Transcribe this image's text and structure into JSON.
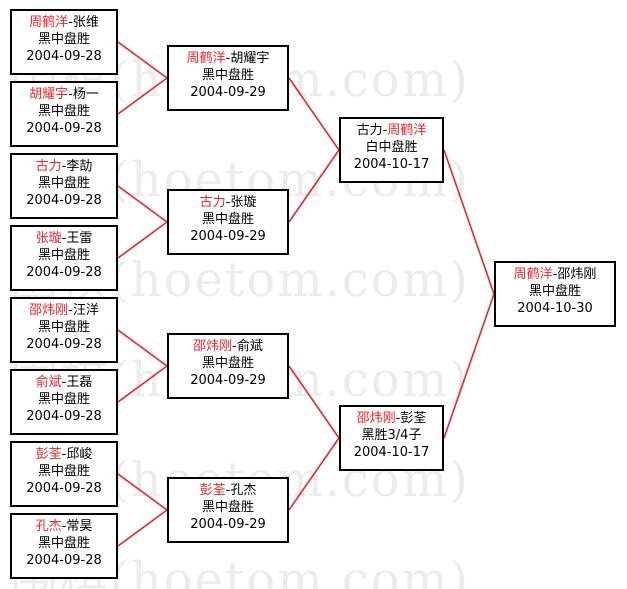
{
  "watermark_text": "围棋(hoetom.com)",
  "colors": {
    "winner": "#e8262a",
    "line": "#e8262a",
    "border": "#000000"
  },
  "round1": [
    {
      "winner": "周鹤洋",
      "loser": "张维",
      "result": "黑中盘胜",
      "date": "2004-09-28"
    },
    {
      "winner": "胡耀宇",
      "loser": "杨一",
      "result": "黑中盘胜",
      "date": "2004-09-28"
    },
    {
      "winner": "古力",
      "loser": "李劼",
      "result": "黑中盘胜",
      "date": "2004-09-28"
    },
    {
      "winner": "张璇",
      "loser": "王雷",
      "result": "黑中盘胜",
      "date": "2004-09-28"
    },
    {
      "winner": "邵炜刚",
      "loser": "汪洋",
      "result": "黑中盘胜",
      "date": "2004-09-28"
    },
    {
      "winner": "俞斌",
      "loser": "王磊",
      "result": "黑中盘胜",
      "date": "2004-09-28"
    },
    {
      "winner": "彭荃",
      "loser": "邱峻",
      "result": "黑中盘胜",
      "date": "2004-09-28"
    },
    {
      "winner": "孔杰",
      "loser": "常昊",
      "result": "黑中盘胜",
      "date": "2004-09-28"
    }
  ],
  "round2": [
    {
      "winner": "周鹤洋",
      "loser": "胡耀宇",
      "result": "黑中盘胜",
      "date": "2004-09-29"
    },
    {
      "winner": "古力",
      "loser": "张璇",
      "result": "黑中盘胜",
      "date": "2004-09-29"
    },
    {
      "winner": "邵炜刚",
      "loser": "俞斌",
      "result": "黑中盘胜",
      "date": "2004-09-29"
    },
    {
      "winner": "彭荃",
      "loser": "孔杰",
      "result": "黑中盘胜",
      "date": "2004-09-29"
    }
  ],
  "round3": [
    {
      "first": "古力",
      "second": "周鹤洋",
      "winner_pos": "second",
      "result": "白中盘胜",
      "date": "2004-10-17"
    },
    {
      "first": "邵炜刚",
      "second": "彭荃",
      "winner_pos": "first",
      "result": "黑胜3/4子",
      "date": "2004-10-17"
    }
  ],
  "final": {
    "winner": "周鹤洋",
    "loser": "邵炜刚",
    "result": "黑中盘胜",
    "date": "2004-10-30"
  }
}
